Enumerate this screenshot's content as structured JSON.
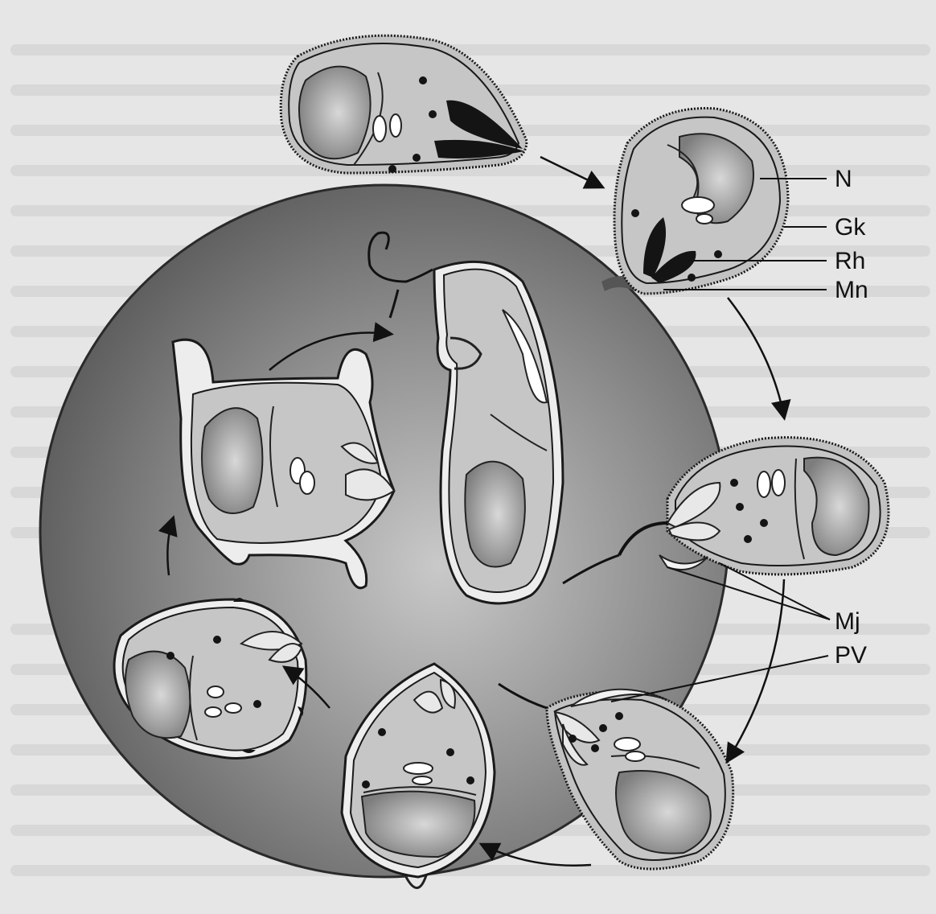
{
  "labels": {
    "nucleus": "N",
    "golgi_complex": "Gk",
    "rhoptries": "Rh",
    "micronemes": "Mn",
    "moving_junction": "Mj",
    "parasitophorous_vacuole": "PV"
  },
  "colors": {
    "background": "#e6e6e6",
    "host_cell": "#7a7a7a",
    "parasite": "#c2c2c2",
    "nucleus": "#9a9a9a",
    "organelle_dark": "#141414",
    "outline": "#1a1a1a"
  }
}
